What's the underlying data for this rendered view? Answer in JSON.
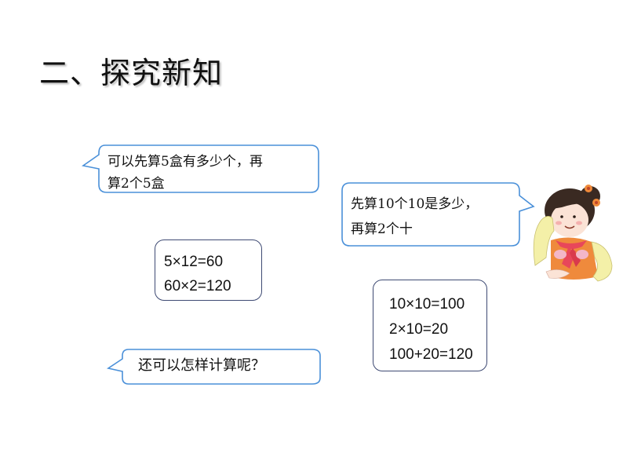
{
  "slide": {
    "title": "二、探究新知"
  },
  "bubbles": {
    "top_left": {
      "line1": "可以先算5盒有多少个，再",
      "line2": "算2个5盒"
    },
    "right": {
      "line1": "先算10个10是多少，",
      "line2": "再算2个十"
    },
    "bottom_left": {
      "line1": "还可以怎样计算呢？"
    }
  },
  "equations": {
    "method_a": [
      "5×12=60",
      "60×2=120"
    ],
    "method_b": [
      "10×10=100",
      "2×10=20",
      "100+20=120"
    ]
  },
  "illustration": {
    "icon": "girl-character-icon"
  },
  "colors": {
    "bubble_border": "#4a90d9",
    "box_border": "#3e4a73",
    "text": "#111111"
  }
}
